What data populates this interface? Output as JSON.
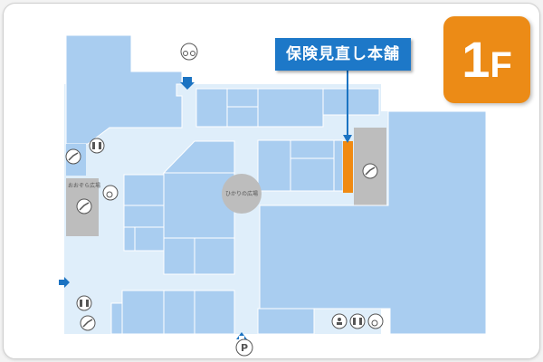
{
  "store": {
    "name": "保険見直し本舗"
  },
  "floor": {
    "number": "1",
    "suffix": "F"
  },
  "plazas": {
    "left": "おおぞら広場",
    "center": "ひかりの広場"
  },
  "parking": {
    "symbol": "P"
  },
  "colors": {
    "shop_block": "#a9cdf0",
    "corridor": "#dfeefa",
    "highlight_store": "#f08a12",
    "arrow": "#1b73c2",
    "badge": "#ec8b16",
    "service_area": "#bdbdbd"
  },
  "icons": [
    "bicycle-icon",
    "restroom-icon",
    "wheelchair-icon",
    "escalator-icon",
    "nursing-room-icon",
    "parking-icon",
    "entrance-arrow-icon"
  ]
}
